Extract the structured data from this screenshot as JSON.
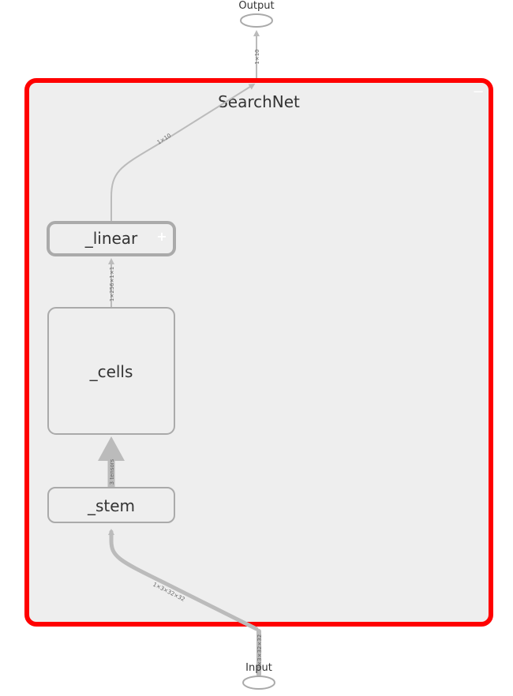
{
  "graph": {
    "colors": {
      "selected_border": "#ff0000",
      "group_fill": "#eeeeee",
      "node_border": "#aaaaaa",
      "edge": "#bbbbbb",
      "text": "#333333"
    },
    "group": {
      "title": "SearchNet",
      "collapse_symbol": "−"
    },
    "nodes": {
      "output": {
        "label": "Output"
      },
      "input": {
        "label": "Input"
      },
      "linear": {
        "label": "_linear",
        "expand_symbol": "+"
      },
      "cells": {
        "label": "_cells"
      },
      "stem": {
        "label": "_stem"
      }
    },
    "edges": {
      "output_edge": {
        "label": "1×10"
      },
      "linear_to_output": {
        "label": "1×10"
      },
      "cells_to_linear": {
        "label": "1×256×1×1"
      },
      "stem_to_cells": {
        "label": "3 tensors"
      },
      "input_to_stem": {
        "label": "1×3×32×32"
      },
      "input_edge": {
        "label": "1×3×32×32"
      }
    }
  }
}
